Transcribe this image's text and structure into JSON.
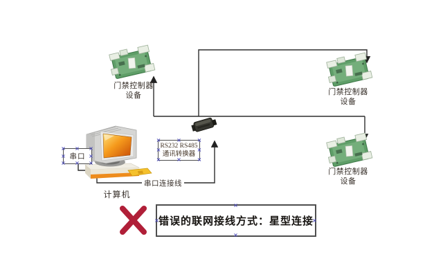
{
  "diagram": {
    "caption": "错误的联网接线方式：星型连接",
    "computer": {
      "label": "计算机",
      "serial_port_label": "串口"
    },
    "cable_label": "串口连接线",
    "converter": {
      "line1": "RS232 RS485",
      "line2": "通讯转换器"
    },
    "controllers": [
      {
        "line1": "门禁控制器",
        "line2": "设备"
      },
      {
        "line1": "门禁控制器",
        "line2": "设备"
      },
      {
        "line1": "门禁控制器",
        "line2": "设备"
      }
    ],
    "colors": {
      "wire": "#2d2d2d",
      "box_border": "#4d4d4d",
      "selection_handle": "#4a4ab8",
      "error_x": "#b01f38",
      "pcb_green": "#5f9e68",
      "screen_orange": "#f59a1c"
    },
    "icons": {
      "computer": "desktop-computer-icon",
      "controller": "circuit-board-icon",
      "converter": "rs232-rs485-converter-icon",
      "error": "error-x-icon",
      "handle": "selection-handle-icon",
      "arrow": "arrowhead-icon"
    }
  }
}
